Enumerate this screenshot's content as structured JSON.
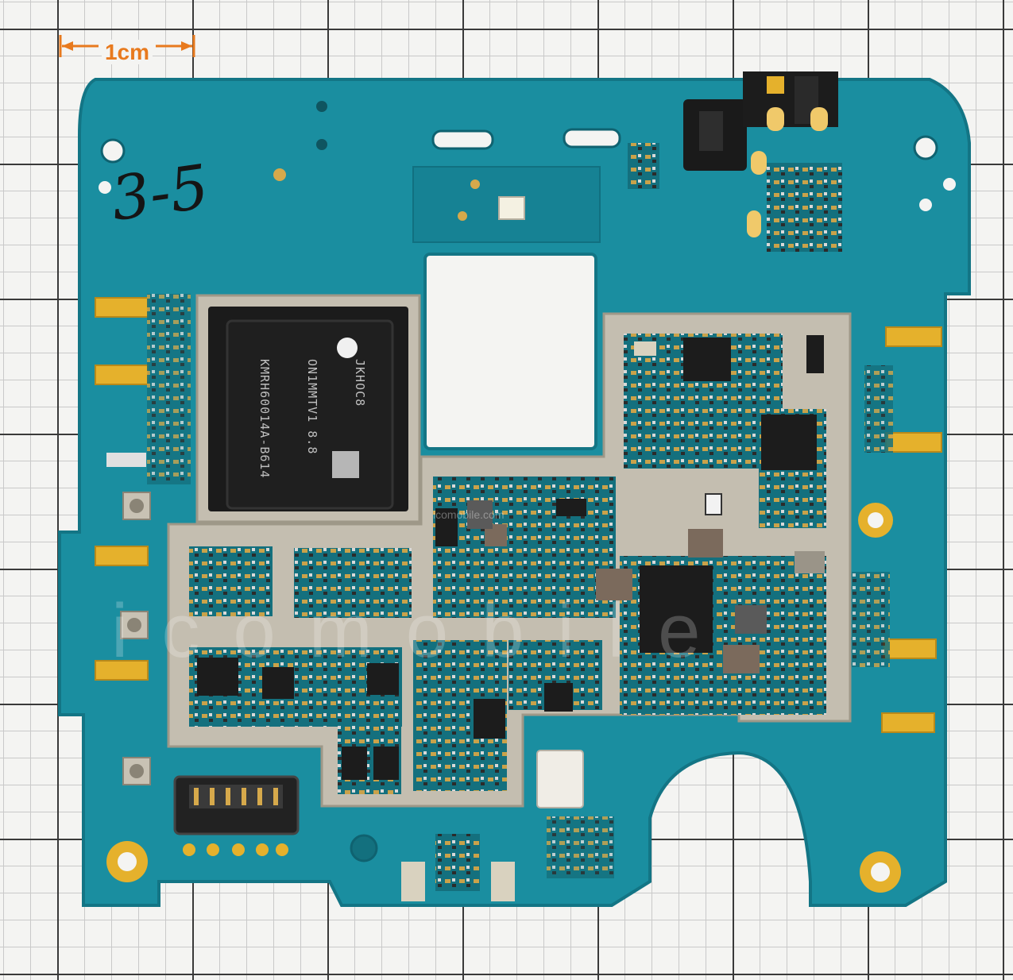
{
  "scale_bar": {
    "label": "1cm",
    "color": "#e87a1e"
  },
  "handwriting": "3-5",
  "watermark": {
    "text": "icomobile",
    "small_text": "icomobile.com"
  },
  "chip_marking": {
    "line1": "KMRH60014A-B614",
    "line2": "ON1MMTV1 8.8",
    "line3": "JKHOC8"
  },
  "colors": {
    "pcb": "#1a8ea0",
    "pcb_dark": "#137585",
    "shield": "#c4beb0",
    "gold": "#e5b12c",
    "chip": "#1a1a1a"
  }
}
